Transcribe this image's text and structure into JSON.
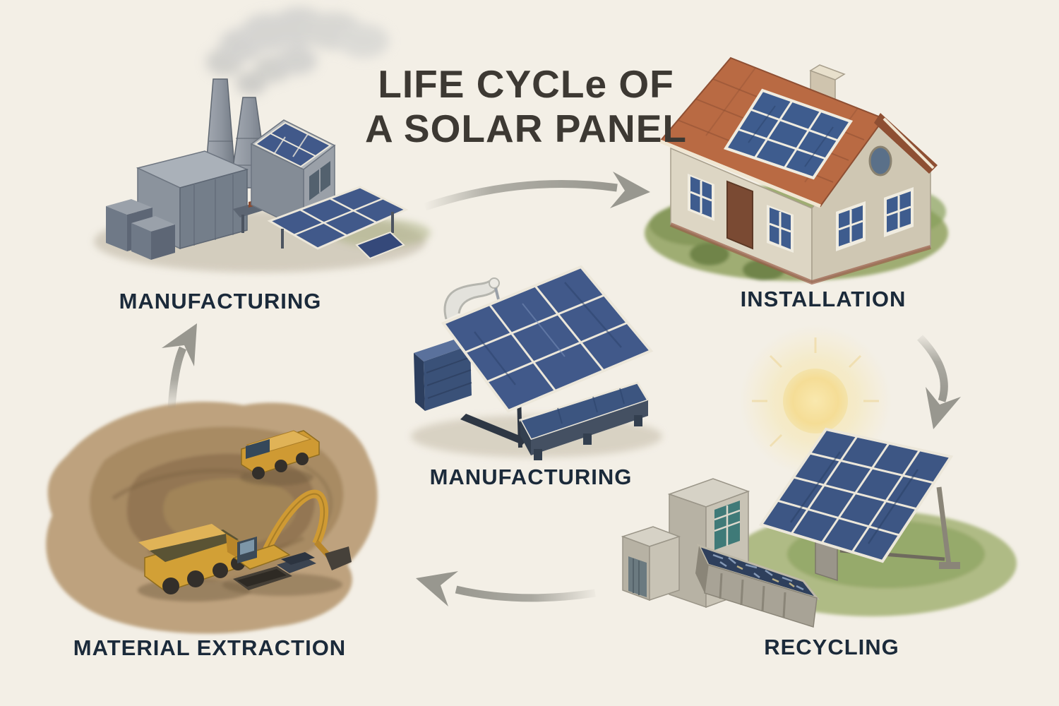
{
  "title": {
    "line1": "LIFE CYCLe OF",
    "line2": "A SOLAR PANEL"
  },
  "stages": [
    {
      "id": "manufacturing-factory",
      "label": "MANUFACTURING",
      "position": "top-left",
      "illustration": "factory-with-smokestacks-and-solar-roofs"
    },
    {
      "id": "installation",
      "label": "INSTALLATION",
      "position": "top-right",
      "illustration": "house-with-rooftop-solar-panel"
    },
    {
      "id": "manufacturing-assembly",
      "label": "MANUFACTURING",
      "position": "center",
      "illustration": "solar-panel-assembly-with-robotic-arm"
    },
    {
      "id": "material-extraction",
      "label": "MATERIAL EXTRACTION",
      "position": "bottom-left",
      "illustration": "open-pit-mine-with-dump-trucks-and-excavator"
    },
    {
      "id": "recycling",
      "label": "RECYCLING",
      "position": "bottom-right",
      "illustration": "recycling-facility-with-scrap-bin-ground-panel-and-sun"
    }
  ],
  "arrows": [
    {
      "name": "arrow-factory-to-installation",
      "from": "manufacturing-factory",
      "to": "installation",
      "direction": "right"
    },
    {
      "name": "arrow-installation-to-recycling",
      "from": "installation",
      "to": "recycling",
      "direction": "down"
    },
    {
      "name": "arrow-recycling-to-extraction",
      "from": "recycling",
      "to": "material-extraction",
      "direction": "left"
    },
    {
      "name": "arrow-extraction-to-manufacturing",
      "from": "material-extraction",
      "to": "manufacturing-factory",
      "direction": "up"
    }
  ],
  "colors": {
    "background": "#f3efe6",
    "title_text": "#3d3933",
    "label_text": "#1b2a3a",
    "arrow_gray": "#98978f",
    "panel_blue": "#3f5a8a",
    "panel_grid": "#ece7da",
    "roof_terracotta": "#b96a43",
    "wall_beige": "#ddd6c4",
    "grass_green": "#96a566",
    "machine_yellow": "#d2a036",
    "earth_brown": "#b2966f",
    "factory_gray": "#8b939d",
    "sun_yellow": "#f6e3a1",
    "smoke_gray": "#c9c9c6"
  }
}
